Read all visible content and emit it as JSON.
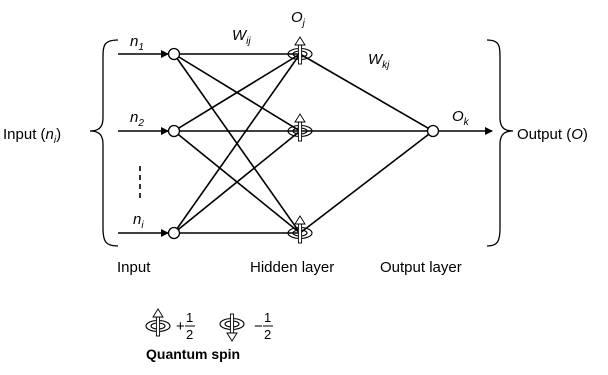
{
  "inputs": [
    {
      "symbol": "n",
      "subscript": "1"
    },
    {
      "symbol": "n",
      "subscript": "2"
    },
    {
      "symbol": "n",
      "subscript": "i"
    }
  ],
  "input_group": {
    "prefix": "Input (",
    "symbol": "n",
    "subscript": "i",
    "suffix": ")"
  },
  "output_group": {
    "prefix": "Output (",
    "symbol": "O",
    "suffix": ")"
  },
  "weights": {
    "hidden": {
      "symbol": "W",
      "subscript": "ij"
    },
    "output": {
      "symbol": "W",
      "subscript": "kj"
    }
  },
  "outputs": {
    "hidden": {
      "symbol": "O",
      "subscript": "j"
    },
    "final": {
      "symbol": "O",
      "subscript": "k"
    }
  },
  "layer_labels": {
    "input": "Input",
    "hidden": "Hidden layer",
    "output": "Output layer"
  },
  "legend": {
    "spin_up": {
      "sign": "+",
      "numerator": "1",
      "denominator": "2"
    },
    "spin_down": {
      "sign": "−",
      "numerator": "1",
      "denominator": "2"
    },
    "title": "Quantum spin"
  }
}
